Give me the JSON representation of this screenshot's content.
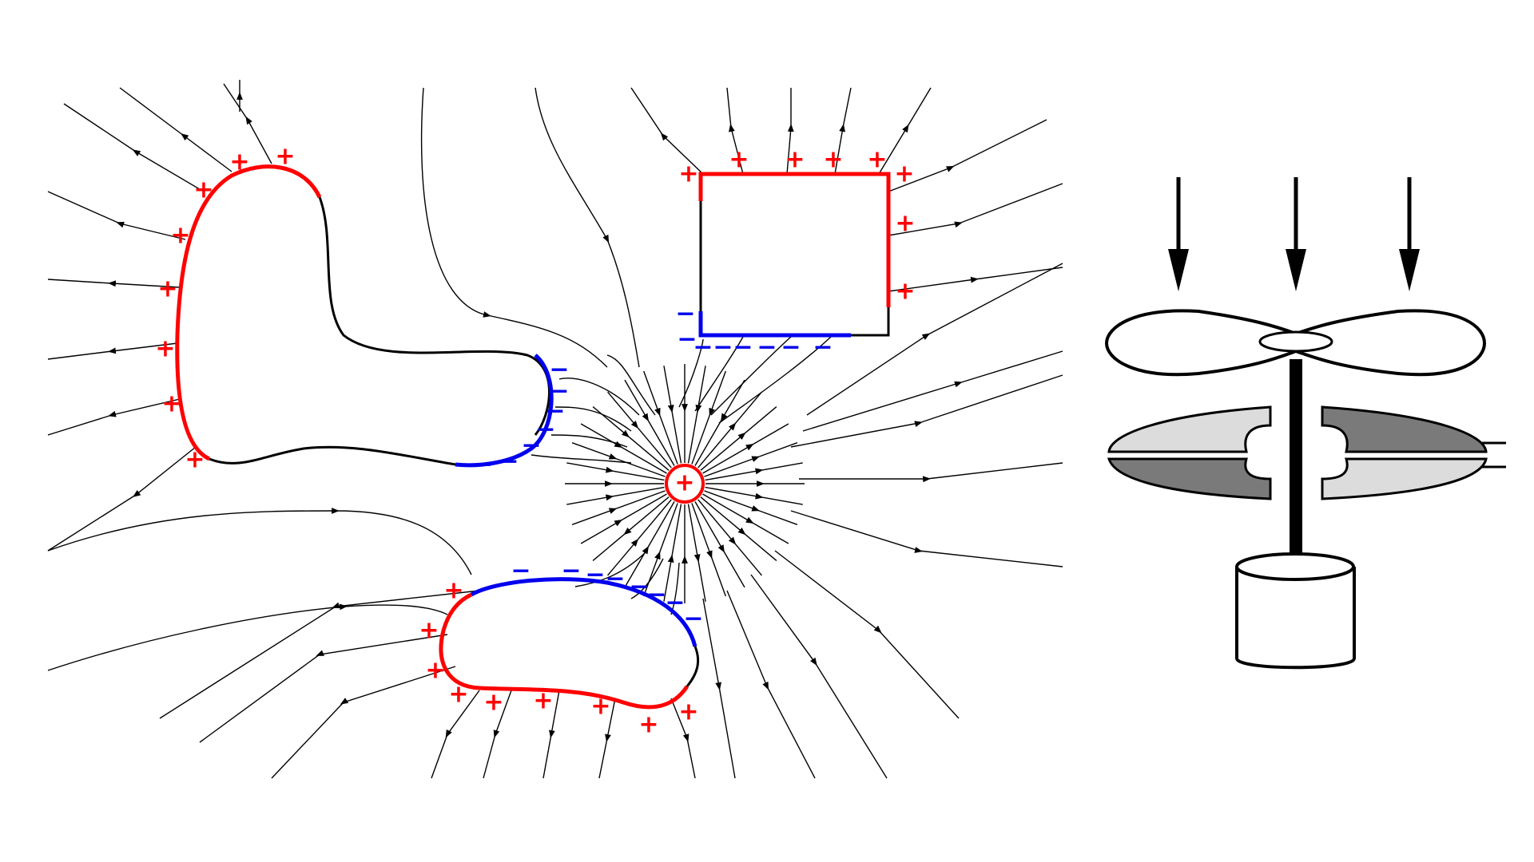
{
  "colors": {
    "positive": "#ff0000",
    "negative": "#0000ee",
    "line": "#000000",
    "background": "#ffffff",
    "plate_light": "#dcdcdc",
    "plate_dark": "#7a7a7a"
  },
  "symbols": {
    "positive": "+",
    "negative": "−",
    "source_charge": "+"
  },
  "left_figure": {
    "description_name": "field-lines-with-induced-charges",
    "conductor_count": 3
  },
  "right_figure": {
    "description_name": "field-mill-apparatus",
    "incoming_arrow_count": 3
  }
}
